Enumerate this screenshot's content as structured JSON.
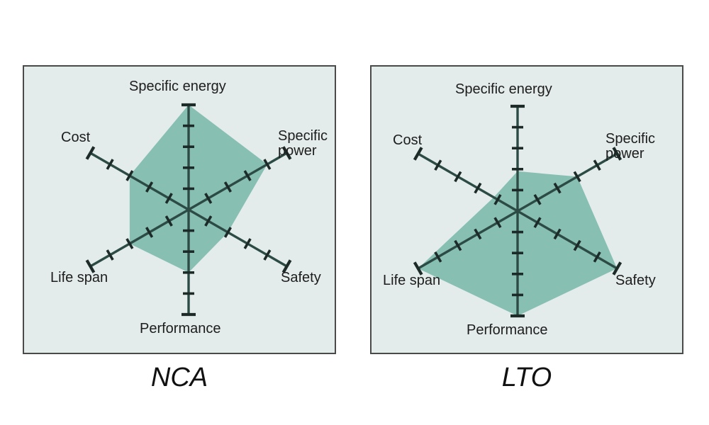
{
  "figure": {
    "background_color": "#ffffff",
    "panel_background_color": "#e3ecea",
    "panel_border_color": "#4a4a4a",
    "series_fill_color": "#83bdb0",
    "axis_color": "#2d4b45"
  },
  "panels": [
    {
      "caption": "NCA",
      "chart_index": 0
    },
    {
      "caption": "LTO",
      "chart_index": 1
    }
  ],
  "chart_data": [
    {
      "type": "radar",
      "title": "NCA",
      "categories": [
        "Specific energy",
        "Specific power",
        "Safety",
        "Performance",
        "Life span",
        "Cost"
      ],
      "values": [
        5.0,
        4.0,
        2.0,
        3.0,
        3.0,
        3.0
      ],
      "rlim": [
        0,
        5
      ],
      "grid": false,
      "legend": "none",
      "ticks_per_axis": 5,
      "axis_label_positions": {
        "Specific energy": "top",
        "Specific power": "top-right",
        "Safety": "bottom-right",
        "Performance": "bottom",
        "Life span": "bottom-left",
        "Cost": "top-left"
      },
      "labels": {
        "specific_energy": "Specific energy",
        "specific_power": "Specific\npower",
        "safety": "Safety",
        "performance": "Performance",
        "life_span": "Life span",
        "cost": "Cost"
      }
    },
    {
      "type": "radar",
      "title": "LTO",
      "categories": [
        "Specific energy",
        "Specific power",
        "Safety",
        "Performance",
        "Life span",
        "Cost"
      ],
      "values": [
        1.9,
        3.0,
        5.0,
        5.0,
        5.0,
        1.2
      ],
      "rlim": [
        0,
        5
      ],
      "grid": false,
      "legend": "none",
      "ticks_per_axis": 5,
      "axis_label_positions": {
        "Specific energy": "top",
        "Specific power": "top-right",
        "Safety": "bottom-right",
        "Performance": "bottom",
        "Life span": "bottom-left",
        "Cost": "top-left"
      },
      "labels": {
        "specific_energy": "Specific energy",
        "specific_power": "Specific\npower",
        "safety": "Safety",
        "performance": "Performance",
        "life_span": "Life span",
        "cost": "Cost"
      }
    }
  ]
}
